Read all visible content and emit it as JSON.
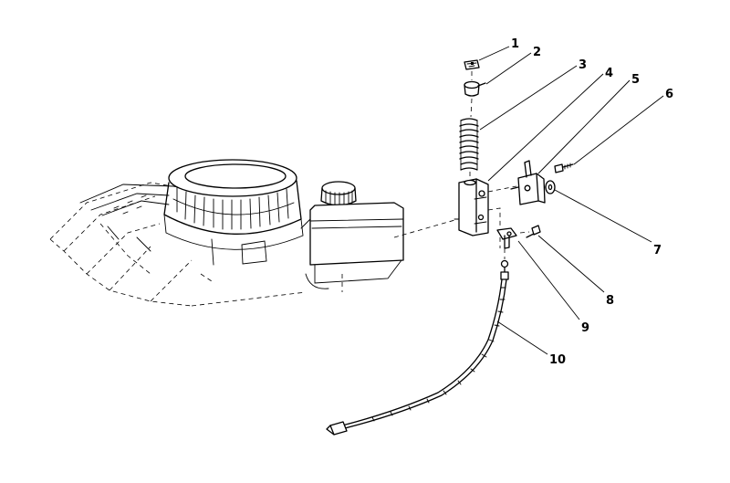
{
  "parts": [
    {
      "number": "1"
    },
    {
      "number": "2"
    },
    {
      "number": "3"
    },
    {
      "number": "4"
    },
    {
      "number": "5"
    },
    {
      "number": "6"
    },
    {
      "number": "7"
    },
    {
      "number": "8"
    },
    {
      "number": "9"
    },
    {
      "number": "10"
    }
  ],
  "colors": {
    "ink": "#000000",
    "background": "#ffffff"
  }
}
